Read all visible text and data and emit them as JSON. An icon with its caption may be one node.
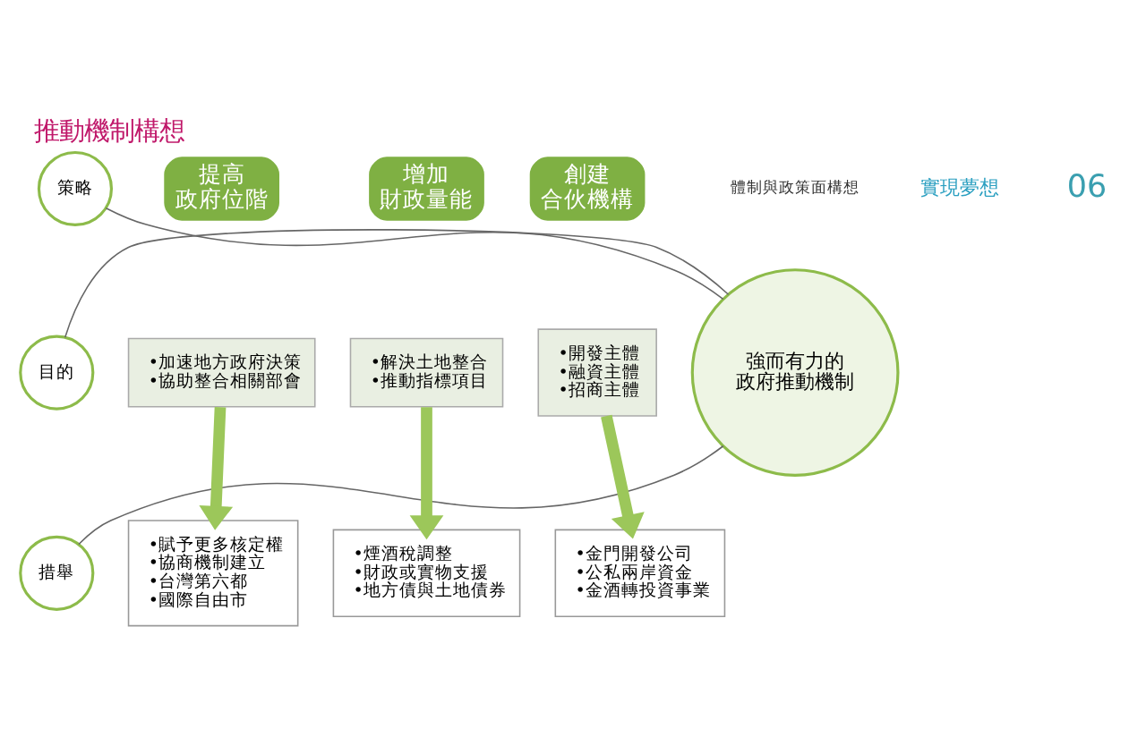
{
  "diagram": {
    "title": "推動機制構想",
    "nodes": [
      {
        "text": [
          "強而有力的",
          "政府推動機制"
        ]
      },
      {
        "text": [
          "策略"
        ]
      },
      {
        "text": [
          "目的"
        ]
      },
      {
        "text": [
          "措舉"
        ]
      },
      {
        "text": [
          "提高",
          "政府位階"
        ]
      },
      {
        "text": [
          "增加",
          "財政量能"
        ]
      },
      {
        "text": [
          "創建",
          "合伙機構"
        ]
      },
      {
        "text": [
          "•加速地方政府決策",
          "•協助整合相關部會"
        ]
      },
      {
        "text": [
          "•解決土地整合",
          "•推動指標項目"
        ]
      },
      {
        "text": [
          "•開發主體",
          "•融資主體",
          "•招商主體"
        ]
      },
      {
        "text": [
          "•賦予更多核定權",
          "•協商機制建立",
          "•台灣第六都",
          "•國際自由市"
        ]
      },
      {
        "text": [
          "•煙酒稅調整",
          "•財政或實物支援",
          "•地方債與土地債券"
        ]
      },
      {
        "text": [
          "•金門開發公司",
          "•公私兩岸資金",
          "•金酒轉投資事業"
        ]
      }
    ],
    "edges": [
      {
        "from": 0,
        "to": 1,
        "arrow": "none"
      },
      {
        "from": 0,
        "to": 2,
        "arrow": "none"
      },
      {
        "from": 0,
        "to": 3,
        "arrow": "none"
      },
      {
        "from": 7,
        "to": 10,
        "arrow": "to",
        "style": "thick",
        "color": "#9cc75a"
      },
      {
        "from": 8,
        "to": 11,
        "arrow": "to",
        "style": "thick",
        "color": "#9cc75a"
      },
      {
        "from": 9,
        "to": 12,
        "arrow": "to",
        "style": "thick",
        "color": "#9cc75a"
      }
    ],
    "labels": [
      "實現夢想",
      "06",
      "體制與政策面構想"
    ]
  }
}
